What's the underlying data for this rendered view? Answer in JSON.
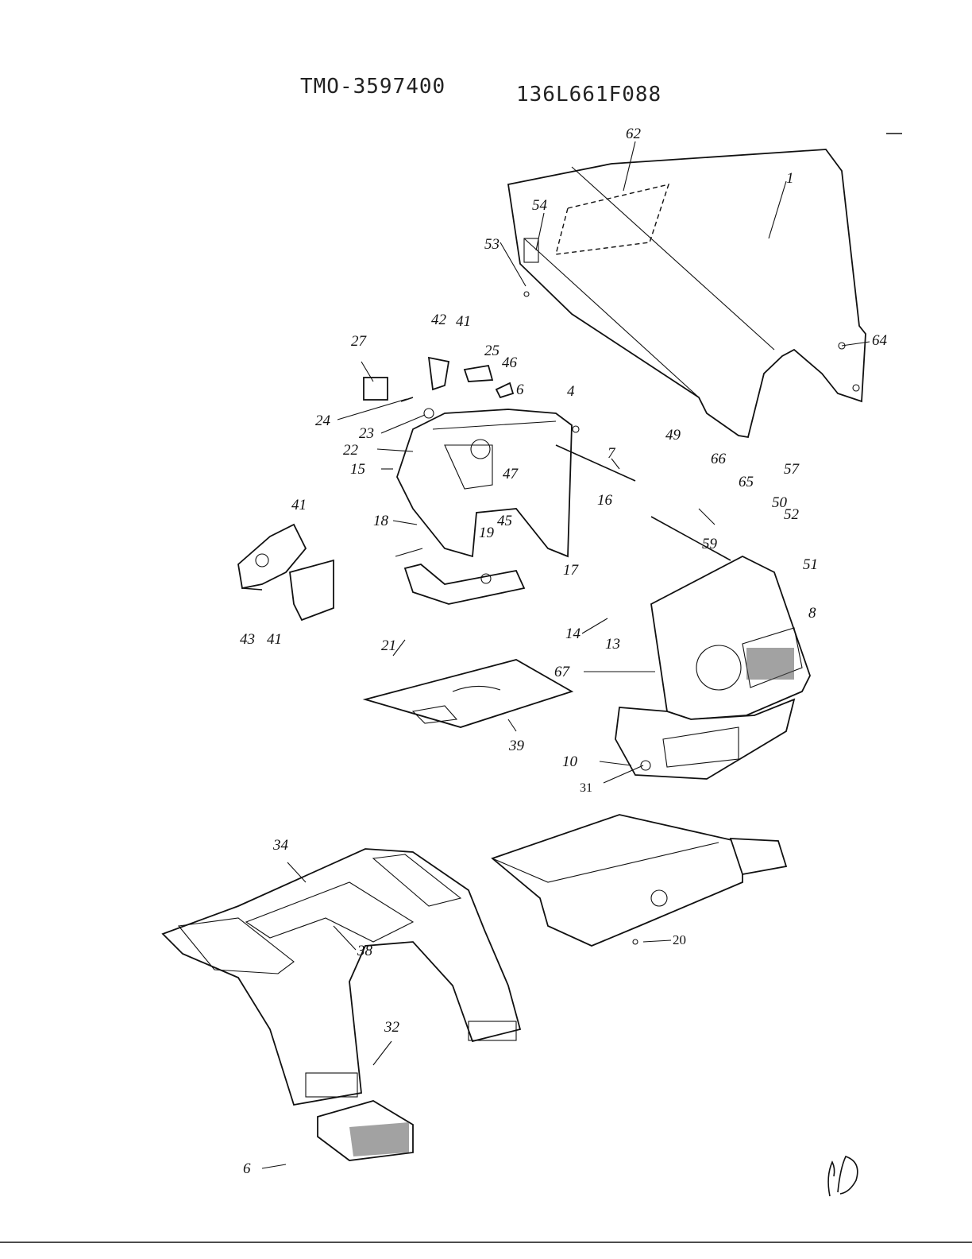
{
  "header": {
    "model_code": "TMO-3597400",
    "part_code": "136L661F088"
  },
  "handwritten_mark": "PD",
  "callouts": [
    "62",
    "1",
    "54",
    "53",
    "64",
    "42",
    "41",
    "27",
    "25",
    "46",
    "6",
    "4",
    "24",
    "23",
    "22",
    "15",
    "7",
    "49",
    "66",
    "65",
    "57",
    "47",
    "50",
    "16",
    "18",
    "45",
    "52",
    "59",
    "51",
    "19",
    "17",
    "41",
    "43",
    "41",
    "21",
    "14",
    "13",
    "8",
    "67",
    "39",
    "10",
    "31",
    "34",
    "38",
    "20",
    "32",
    "6"
  ]
}
